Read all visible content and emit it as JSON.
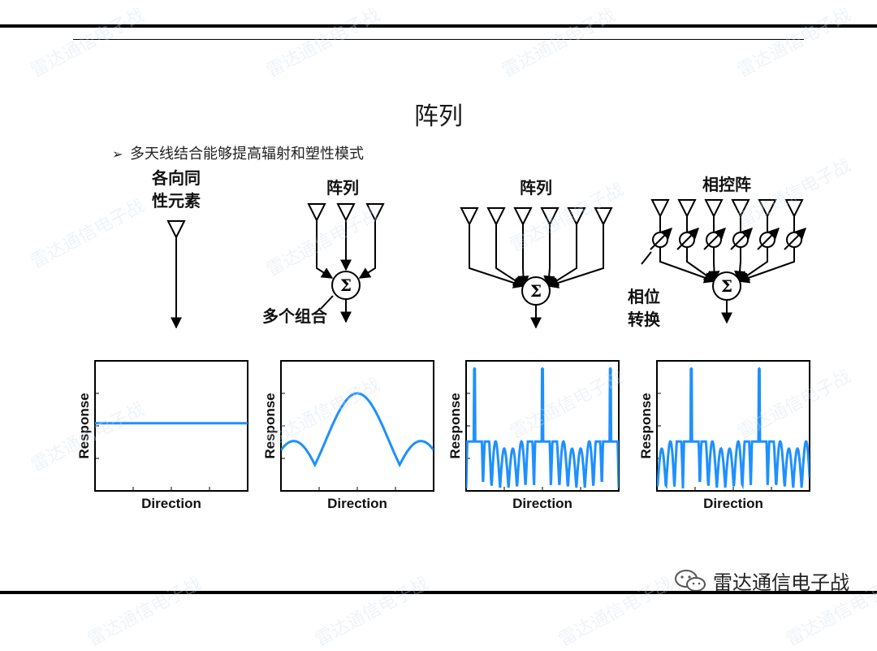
{
  "header": {
    "title": "阵列"
  },
  "bullet": {
    "marker": "➢",
    "text": "多天线结合能够提高辐射和塑性模式"
  },
  "panels": [
    {
      "label": "各向同\n性元素"
    },
    {
      "label": "阵列",
      "annotation": "多个组合"
    },
    {
      "label": "阵列"
    },
    {
      "label": "相控阵",
      "annotation": "相位\n转换"
    }
  ],
  "plots": {
    "xlabel": "Direction",
    "ylabel": "Response",
    "trace_color": "#1e90ff"
  },
  "sum_symbol": "Σ",
  "watermark": "雷达通信电子战",
  "brand": {
    "name": "雷达通信电子战",
    "icon": "wechat-icon"
  }
}
